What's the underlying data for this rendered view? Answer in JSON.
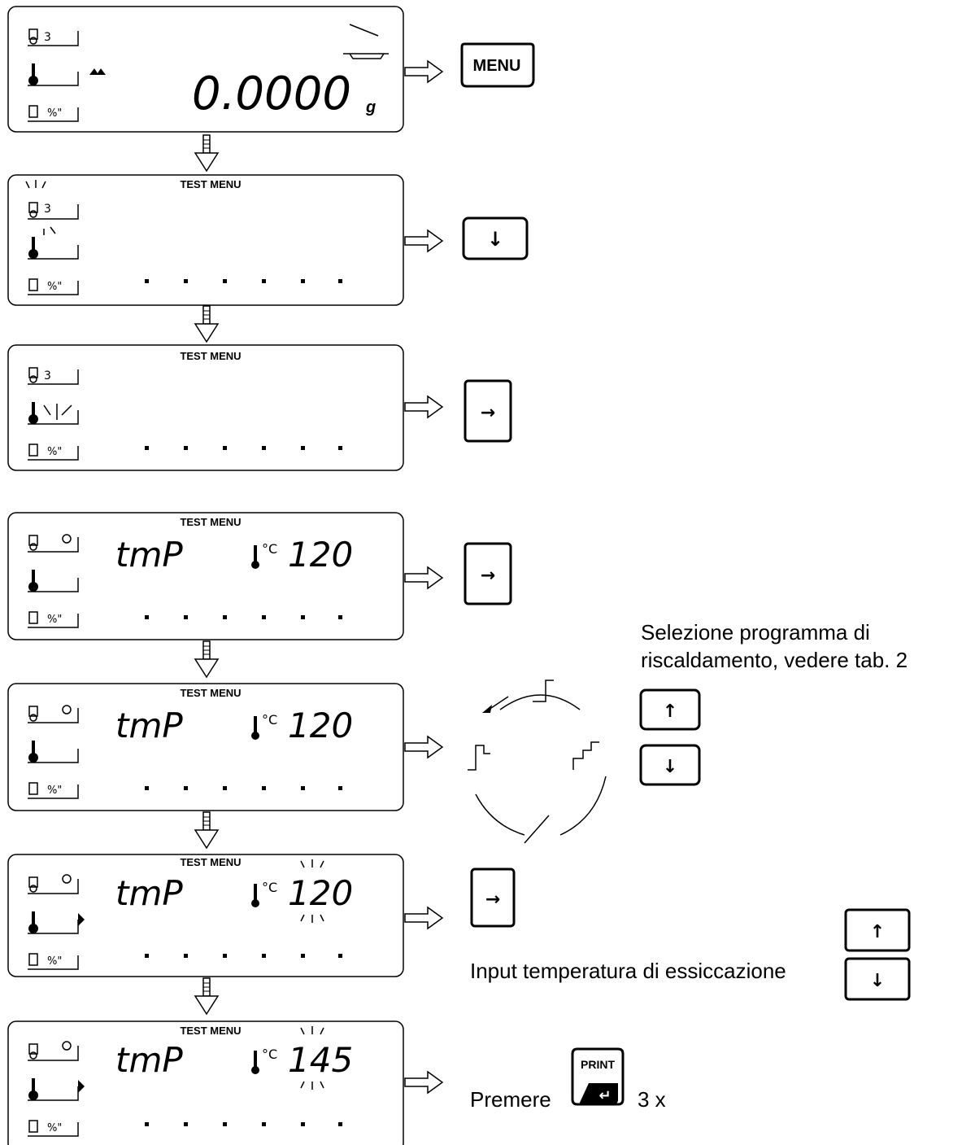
{
  "screens": {
    "display_value": "0.0000",
    "display_unit": "g",
    "test_menu_label": "TEST MENU",
    "tmp_label": "tmP",
    "temp_unit": "°C",
    "temp_value_1": "120",
    "temp_value_2": "145"
  },
  "keys": {
    "menu": "MENU",
    "down_arrow": "↓",
    "up_arrow": "↑",
    "right_arrow": "→",
    "print": "PRINT",
    "enter_symbol": "↵"
  },
  "captions": {
    "select_program": "Selezione programma di riscaldamento, vedere tab. 2",
    "input_temperature": "Input temperatura di essiccazione",
    "press": "Premere",
    "press_times": "3 x"
  },
  "icons": {
    "weight_icon": "weight-clock-icon",
    "thermometer_icon": "thermometer-clock-icon",
    "percent_icon": "percent-icon",
    "arrow_outline": "outline-arrow-icon"
  }
}
